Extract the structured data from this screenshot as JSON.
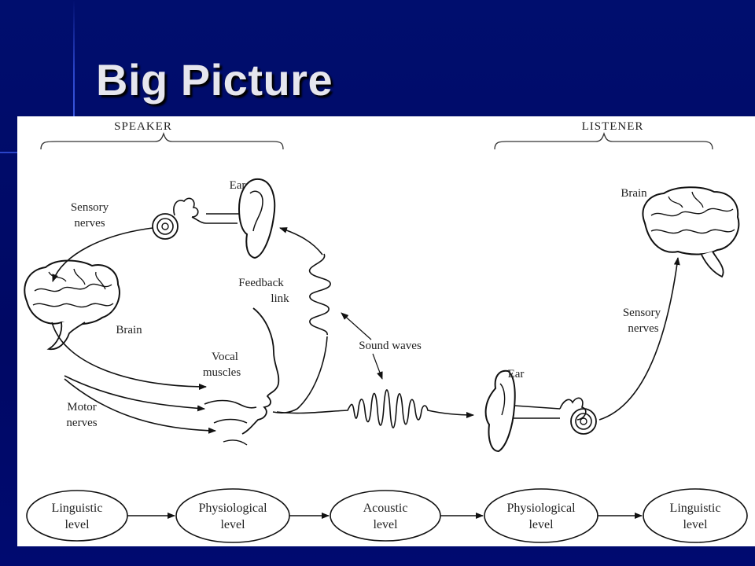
{
  "slide": {
    "title": "Big Picture"
  },
  "diagram": {
    "speaker_header": "SPEAKER",
    "listener_header": "LISTENER",
    "labels": {
      "ear_speaker": "Ear",
      "sensory_nerves_1": "Sensory",
      "sensory_nerves_2": "nerves",
      "feedback_1": "Feedback",
      "feedback_2": "link",
      "brain_speaker": "Brain",
      "sound_waves": "Sound waves",
      "vocal_1": "Vocal",
      "vocal_2": "muscles",
      "motor_1": "Motor",
      "motor_2": "nerves",
      "ear_listener": "Ear",
      "brain_listener": "Brain",
      "listener_sensory_1": "Sensory",
      "listener_sensory_2": "nerves"
    },
    "levels": [
      {
        "line1": "Linguistic",
        "line2": "level"
      },
      {
        "line1": "Physiological",
        "line2": "level"
      },
      {
        "line1": "Acoustic",
        "line2": "level"
      },
      {
        "line1": "Physiological",
        "line2": "level"
      },
      {
        "line1": "Linguistic",
        "line2": "level"
      }
    ]
  }
}
